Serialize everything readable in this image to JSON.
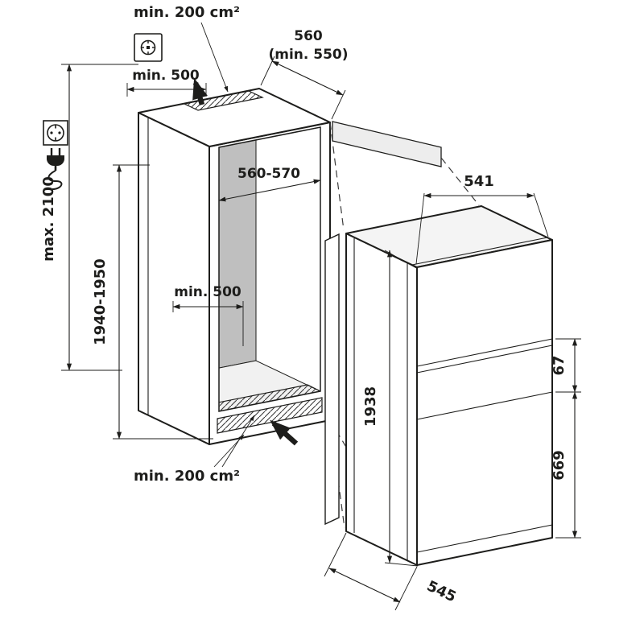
{
  "page": {
    "title": "Built-in fridge-freezer installation dimensions diagram"
  },
  "dimensions": {
    "top_vent_area": "min. 200 cm²",
    "top_clearance": "min. 500",
    "niche_depth": "560",
    "niche_depth_min": "(min. 550)",
    "niche_interior_width": "560-570",
    "niche_interior_depth": "min. 500",
    "ceiling_height_max": "max. 2100",
    "niche_height": "1940-1950",
    "base_vent_area": "min. 200 cm²",
    "appliance_width": "541",
    "appliance_height": "1938",
    "door_gap": "67",
    "lower_door_height": "669",
    "appliance_depth": "545"
  },
  "icons": {
    "ceiling_vent": "ceiling-vent-symbol",
    "power_outlet": "schuko-socket-symbol",
    "power_plug": "mains-plug-symbol",
    "airflow_top": "thick-up-arrow",
    "airflow_bottom": "thick-up-left-arrow"
  },
  "colors": {
    "line": "#1d1d1b",
    "interior_back_wall": "#bfbfbf",
    "interior_ceiling": "#d8d8d8",
    "interior_side_wall": "#e2e2e2",
    "interior_floor": "#f1f1f1",
    "appliance_top": "#f4f4f4",
    "background": "#ffffff"
  }
}
